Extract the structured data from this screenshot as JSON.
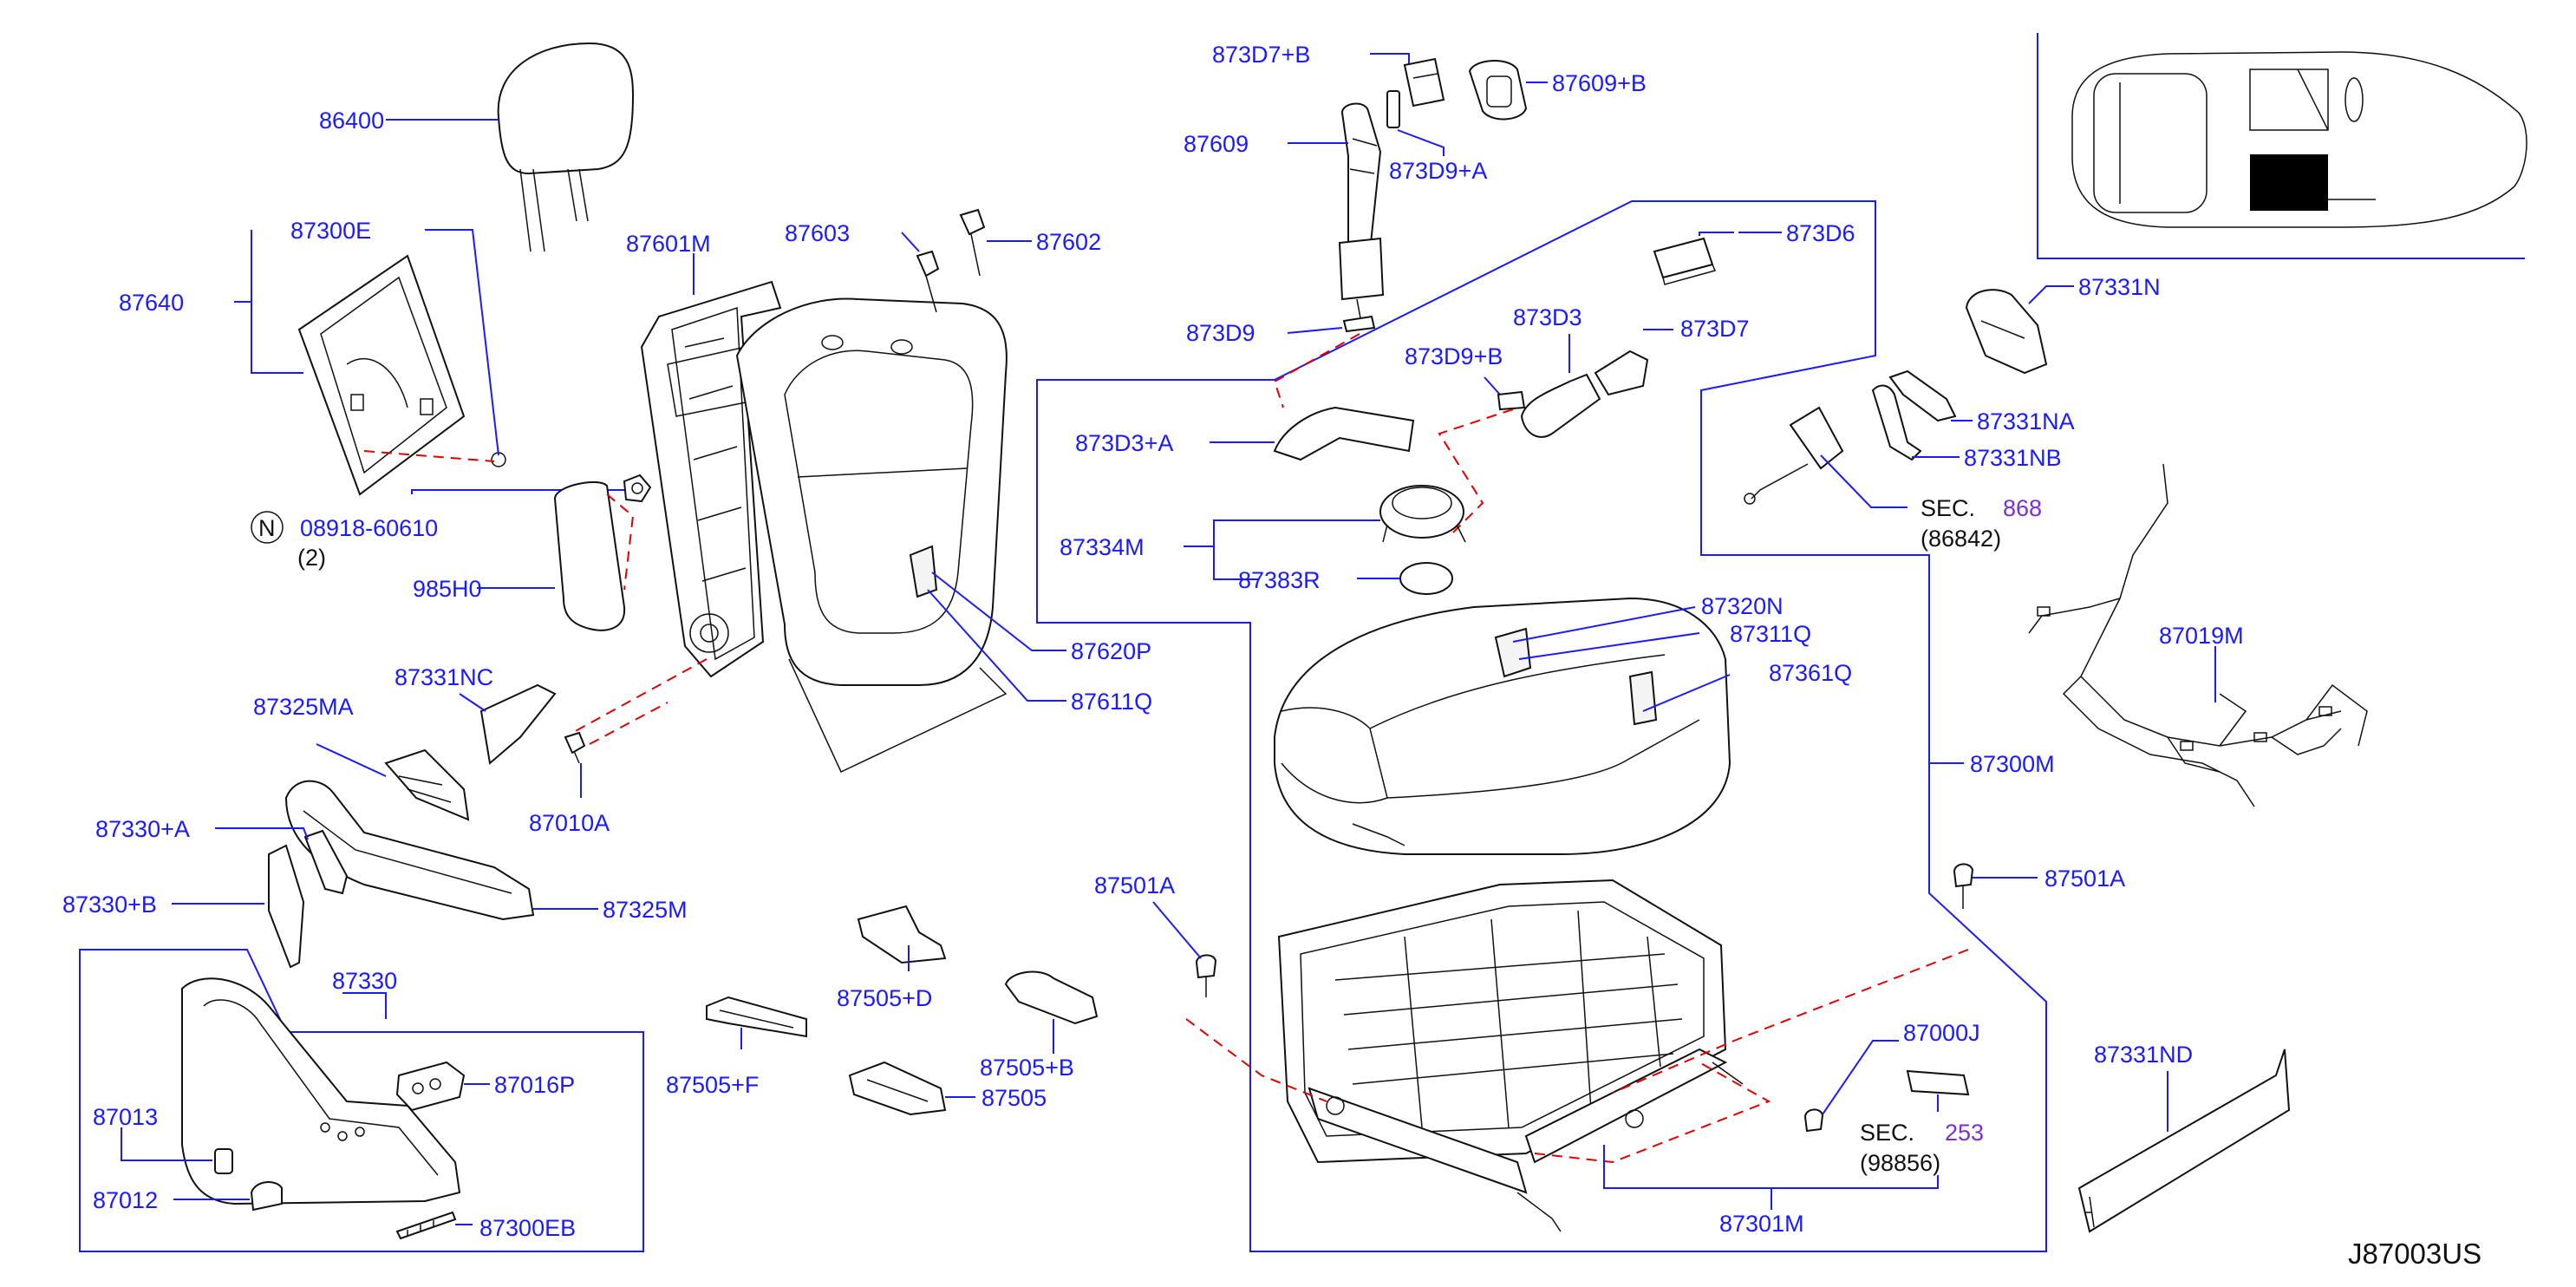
{
  "labels": {
    "p86400": "86400",
    "p87300E": "87300E",
    "p87640": "87640",
    "p08918": "08918-60610",
    "n_symbol": "N",
    "qty2": "(2)",
    "p985H0": "985H0",
    "p87601M": "87601M",
    "p87603": "87603",
    "p87602": "87602",
    "p87620P": "87620P",
    "p87611Q": "87611Q",
    "p87331NC": "87331NC",
    "p87325MA": "87325MA",
    "p87010A": "87010A",
    "p87330A": "87330+A",
    "p87330B": "87330+B",
    "p87325M": "87325M",
    "p87330": "87330",
    "p87016P": "87016P",
    "p87013": "87013",
    "p87012": "87012",
    "p87300EB": "87300EB",
    "p873D7B": "873D7+B",
    "p87609B": "87609+B",
    "p87609": "87609",
    "p873D9A": "873D9+A",
    "p873D9": "873D9",
    "p873D6": "873D6",
    "p873D3": "873D3",
    "p873D7": "873D7",
    "p873D9B": "873D9+B",
    "p873D3A": "873D3+A",
    "p87334M": "87334M",
    "p87383R": "87383R",
    "p87320N": "87320N",
    "p87311Q": "87311Q",
    "p87361Q": "87361Q",
    "p87300M": "87300M",
    "p87501A_left": "87501A",
    "p87501A_right": "87501A",
    "p87505D": "87505+D",
    "p87505F": "87505+F",
    "p87505B": "87505+B",
    "p87505": "87505",
    "p87000J": "87000J",
    "sec_a": "SEC.",
    "sec_a_num": "253",
    "sec_a_ref": "(98856)",
    "p87301M": "87301M",
    "p87331N": "87331N",
    "p87331NA": "87331NA",
    "p87331NB": "87331NB",
    "sec_b": "SEC.",
    "sec_b_num": "868",
    "sec_b_ref": "(86842)",
    "p87019M": "87019M",
    "p87331ND": "87331ND",
    "diagram_code": "J87003US"
  },
  "colors": {
    "label": "#1a1aff",
    "sec_number": "#7b2fd0",
    "dashed_link": "#e00000",
    "part_outline": "#111111"
  }
}
